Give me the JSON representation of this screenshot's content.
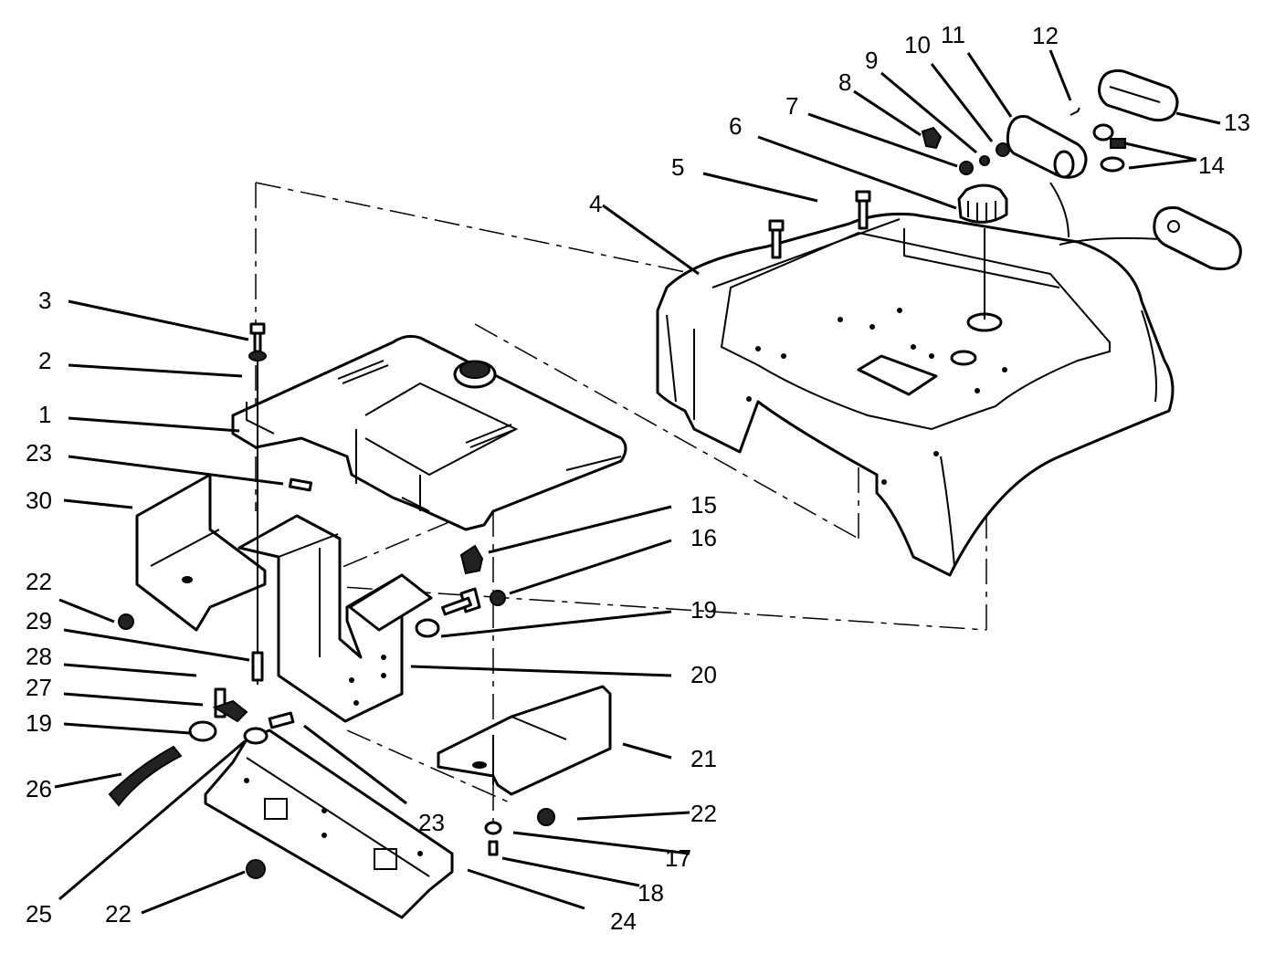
{
  "diagram": {
    "labels": [
      {
        "id": "l3",
        "text": "3"
      },
      {
        "id": "l2",
        "text": "2"
      },
      {
        "id": "l1",
        "text": "1"
      },
      {
        "id": "l23a",
        "text": "23"
      },
      {
        "id": "l30",
        "text": "30"
      },
      {
        "id": "l22a",
        "text": "22"
      },
      {
        "id": "l29",
        "text": "29"
      },
      {
        "id": "l28",
        "text": "28"
      },
      {
        "id": "l27",
        "text": "27"
      },
      {
        "id": "l19a",
        "text": "19"
      },
      {
        "id": "l26",
        "text": "26"
      },
      {
        "id": "l25",
        "text": "25"
      },
      {
        "id": "l22b",
        "text": "22"
      },
      {
        "id": "l23b",
        "text": "23"
      },
      {
        "id": "l24",
        "text": "24"
      },
      {
        "id": "l17",
        "text": "17"
      },
      {
        "id": "l18",
        "text": "18"
      },
      {
        "id": "l22c",
        "text": "22"
      },
      {
        "id": "l21",
        "text": "21"
      },
      {
        "id": "l20",
        "text": "20"
      },
      {
        "id": "l19b",
        "text": "19"
      },
      {
        "id": "l16",
        "text": "16"
      },
      {
        "id": "l15",
        "text": "15"
      },
      {
        "id": "l4",
        "text": "4"
      },
      {
        "id": "l5",
        "text": "5"
      },
      {
        "id": "l6",
        "text": "6"
      },
      {
        "id": "l7",
        "text": "7"
      },
      {
        "id": "l8",
        "text": "8"
      },
      {
        "id": "l9",
        "text": "9"
      },
      {
        "id": "l10",
        "text": "10"
      },
      {
        "id": "l11",
        "text": "11"
      },
      {
        "id": "l12",
        "text": "12"
      },
      {
        "id": "l13",
        "text": "13"
      },
      {
        "id": "l14",
        "text": "14"
      }
    ]
  }
}
